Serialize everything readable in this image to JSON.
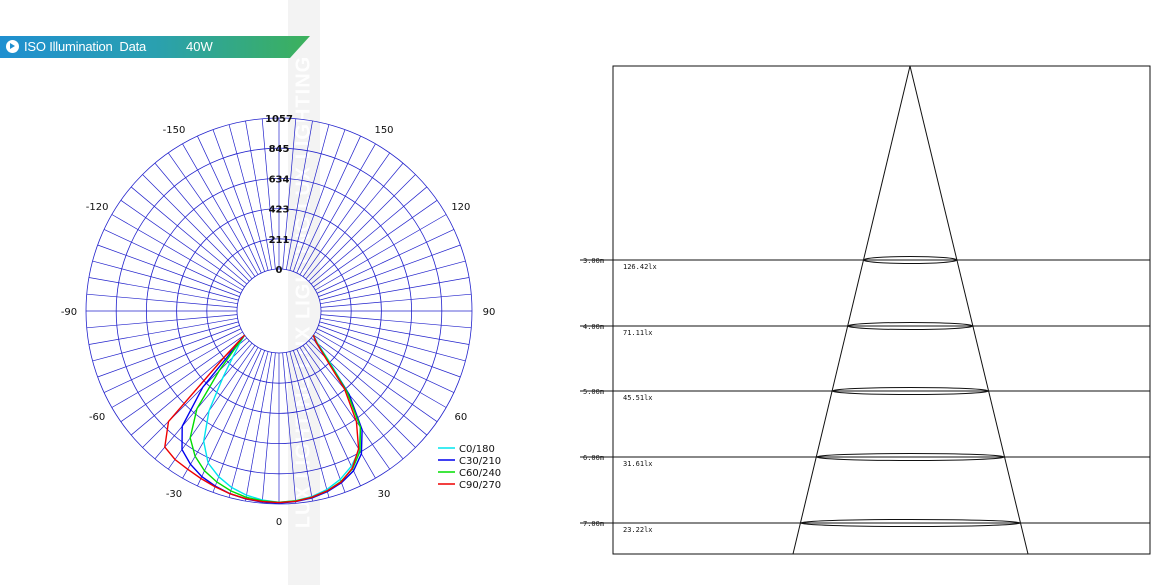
{
  "header": {
    "title": "ISO Illumination  Data",
    "power": "40W",
    "colors": {
      "blue": "#1f8fd0",
      "green": "#3cb15b"
    }
  },
  "watermark": "LUX LIGHTING LUX LIGHTING LUX LIGHTING",
  "chart_data": [
    {
      "type": "polar",
      "radial_ticks": [
        "0",
        "211",
        "423",
        "634",
        "845",
        "1057"
      ],
      "angle_labels": [
        {
          "text": "0",
          "angle": 0
        },
        {
          "text": "30",
          "angle": 30
        },
        {
          "text": "60",
          "angle": 60
        },
        {
          "text": "90",
          "angle": 90
        },
        {
          "text": "120",
          "angle": 120
        },
        {
          "text": "150",
          "angle": 150
        },
        {
          "text": "-30",
          "angle": -30
        },
        {
          "text": "-60",
          "angle": -60
        },
        {
          "text": "-90",
          "angle": -90
        },
        {
          "text": "-120",
          "angle": -120
        },
        {
          "text": "-150",
          "angle": -150
        }
      ],
      "rmax": 1057,
      "series": [
        {
          "name": "C0/180",
          "color": "#00e5ee",
          "angles": [
            -55,
            -50,
            -45,
            -40,
            -35,
            -30,
            -25,
            -20,
            -15,
            -10,
            -5,
            0,
            5,
            10,
            15,
            20,
            25,
            30,
            35,
            40,
            45,
            50,
            55
          ],
          "values": [
            0,
            70,
            165,
            320,
            560,
            760,
            880,
            940,
            985,
            1015,
            1035,
            1045,
            1040,
            1025,
            1000,
            960,
            905,
            830,
            700,
            470,
            200,
            60,
            0
          ]
        },
        {
          "name": "C30/210",
          "color": "#0000ee",
          "angles": [
            -55,
            -50,
            -45,
            -40,
            -35,
            -30,
            -25,
            -20,
            -15,
            -10,
            -5,
            0,
            5,
            10,
            15,
            20,
            25,
            30,
            35,
            40,
            45,
            50,
            55
          ],
          "values": [
            0,
            120,
            460,
            760,
            890,
            945,
            985,
            1010,
            1030,
            1042,
            1048,
            1050,
            1045,
            1035,
            1015,
            985,
            940,
            860,
            720,
            470,
            170,
            40,
            0
          ]
        },
        {
          "name": "C60/240",
          "color": "#00dd00",
          "angles": [
            -55,
            -50,
            -45,
            -40,
            -35,
            -30,
            -25,
            -20,
            -15,
            -10,
            -5,
            0,
            5,
            10,
            15,
            20,
            25,
            30,
            35,
            40,
            45,
            50,
            55
          ],
          "values": [
            0,
            100,
            300,
            600,
            790,
            880,
            940,
            980,
            1010,
            1030,
            1040,
            1045,
            1040,
            1030,
            1010,
            975,
            925,
            840,
            700,
            450,
            180,
            50,
            0
          ]
        },
        {
          "name": "C90/270",
          "color": "#ee0000",
          "angles": [
            -55,
            -50,
            -45,
            -40,
            -35,
            -30,
            -25,
            -20,
            -15,
            -10,
            -5,
            0,
            5,
            10,
            15,
            20,
            25,
            30,
            35,
            40,
            45,
            50,
            55
          ],
          "values": [
            0,
            200,
            800,
            950,
            975,
            985,
            1000,
            1015,
            1030,
            1040,
            1045,
            1047,
            1043,
            1030,
            1010,
            980,
            920,
            820,
            650,
            420,
            160,
            45,
            0
          ]
        }
      ]
    },
    {
      "type": "table",
      "rows": [
        {
          "height": "3.00m",
          "lux": "126.42lx"
        },
        {
          "height": "4.00m",
          "lux": "71.11lx"
        },
        {
          "height": "5.00m",
          "lux": "45.51lx"
        },
        {
          "height": "6.00m",
          "lux": "31.61lx"
        },
        {
          "height": "7.00m",
          "lux": "23.22lx"
        }
      ]
    }
  ]
}
